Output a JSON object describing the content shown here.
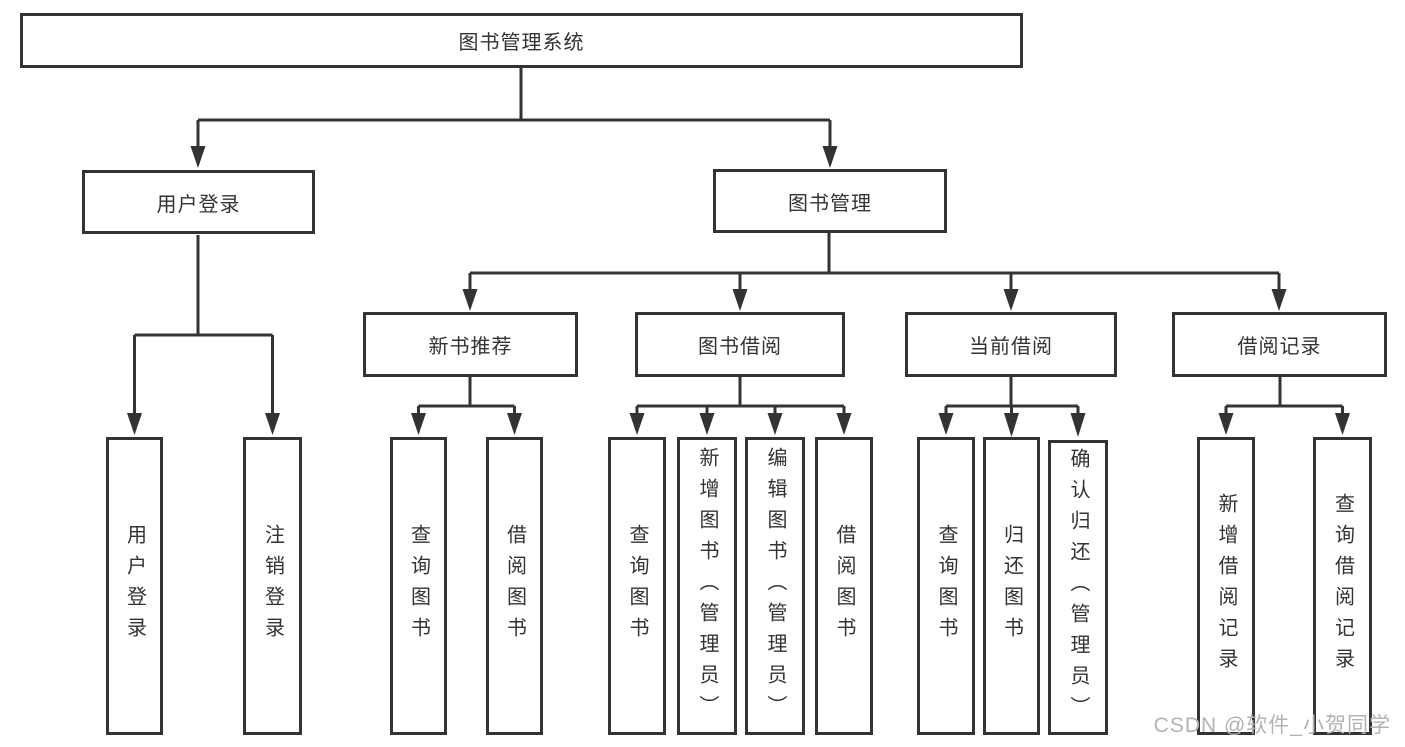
{
  "tree": {
    "root": "图书管理系统",
    "branches": [
      {
        "label": "用户登录",
        "children": [
          "用户登录",
          "注销登录"
        ]
      },
      {
        "label": "图书管理",
        "groups": [
          {
            "label": "新书推荐",
            "children": [
              "查询图书",
              "借阅图书"
            ]
          },
          {
            "label": "图书借阅",
            "children": [
              "查询图书",
              "新增图书（管理员）",
              "编辑图书（管理员）",
              "借阅图书"
            ]
          },
          {
            "label": "当前借阅",
            "children": [
              "查询图书",
              "归还图书",
              "确认归还（管理员）"
            ]
          },
          {
            "label": "借阅记录",
            "children": [
              "新增借阅记录",
              "查询借阅记录"
            ]
          }
        ]
      }
    ]
  },
  "watermark": "CSDN @软件_小贺同学",
  "colors": {
    "border": "#333333",
    "text": "#333333",
    "connector": "#333333",
    "watermark": "#b3b3b3",
    "background": "#ffffff"
  }
}
